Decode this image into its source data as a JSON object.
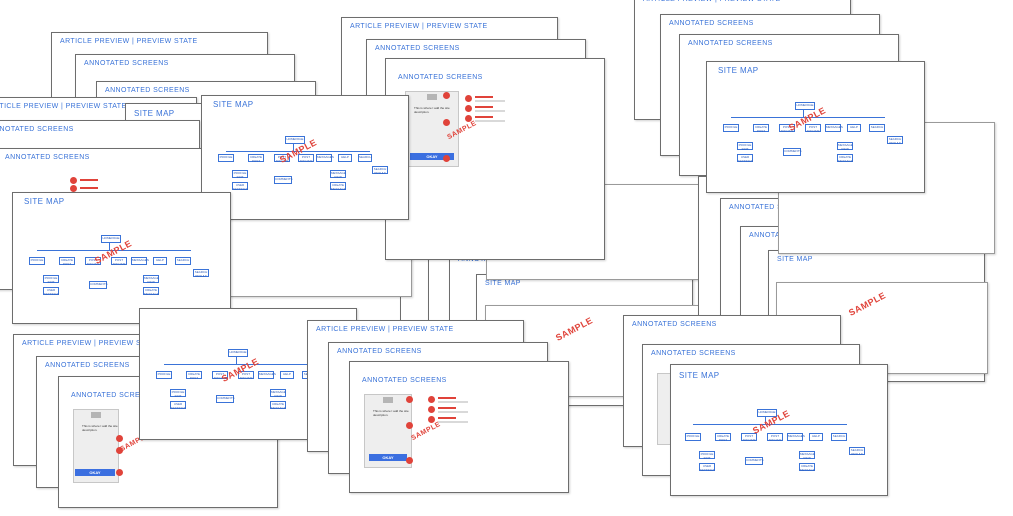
{
  "cards": {
    "article_title": "ARTICLE PREVIEW | PREVIEW STATE",
    "annotated_title": "ANNOTATED SCREENS",
    "sitemap_title": "SITE MAP",
    "stamp": "SAMPLE",
    "ok_button": "OKAY",
    "phone_text": "This is where I add the site description."
  },
  "sitemap_nodes": {
    "root": "HOMEPAGE",
    "level1": [
      "PROFILE",
      "CREATE POST",
      "POST ARCHIVE",
      "POST ARCHIVE",
      "MESSAGES",
      "HELP",
      "SEARCH"
    ],
    "sub": [
      "PROFILE EDIT",
      "USER SETTINGS",
      "COMMENTS",
      "MESSAGE VIEW",
      "CREATE MESSAGE",
      "SEARCH RESULT"
    ]
  },
  "colors": {
    "accent": "#3a73d8",
    "stamp": "#e0433a",
    "frame": "#6d6d6d"
  }
}
